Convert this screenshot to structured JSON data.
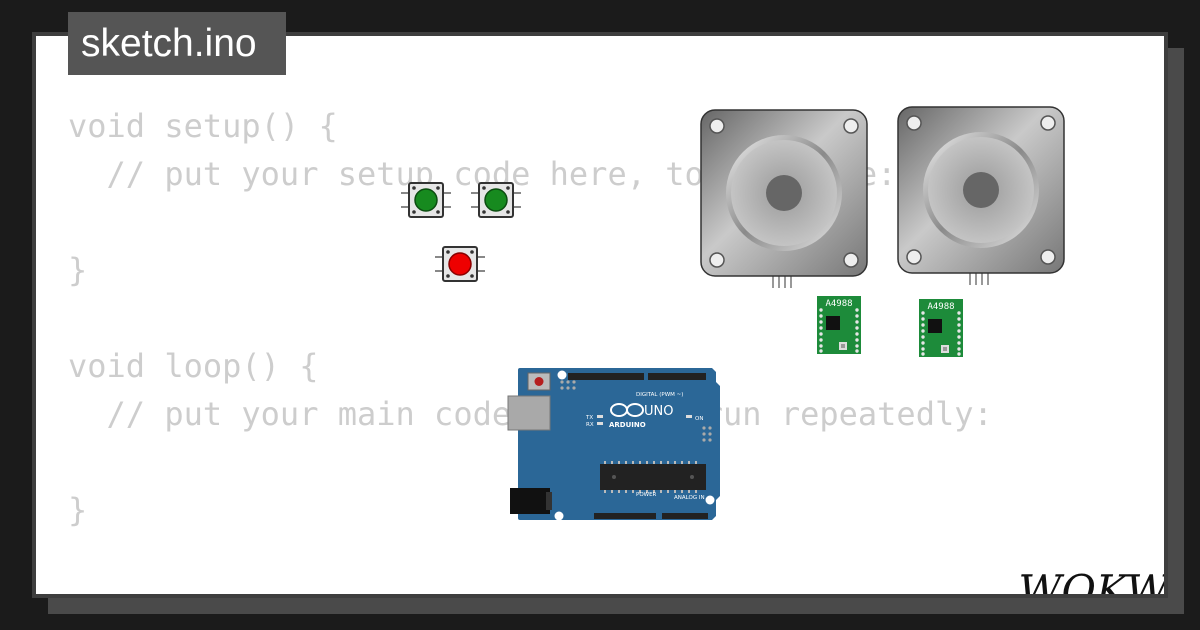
{
  "tab": {
    "filename": "sketch.ino"
  },
  "code": {
    "lines": [
      "void setup() {",
      "  // put your setup code here, to run once:",
      "",
      "}",
      "",
      "void loop() {",
      "  // put your main code here, to run repeatedly:",
      "",
      "}"
    ]
  },
  "components": {
    "buttons": [
      {
        "color": "#178a1f"
      },
      {
        "color": "#178a1f"
      },
      {
        "color": "#ee0000"
      }
    ],
    "drivers": [
      {
        "label": "A4988"
      },
      {
        "label": "A4988"
      }
    ],
    "arduino": {
      "brand": "ARDUINO",
      "model": "UNO",
      "digital_label": "DIGITAL (PWM ~)",
      "power_label": "POWER",
      "analog_label": "ANALOG IN",
      "on_label": "ON",
      "tx_label": "TX",
      "rx_label": "RX",
      "color": "#2b6797"
    }
  },
  "logo": {
    "text": "WOKWi"
  }
}
